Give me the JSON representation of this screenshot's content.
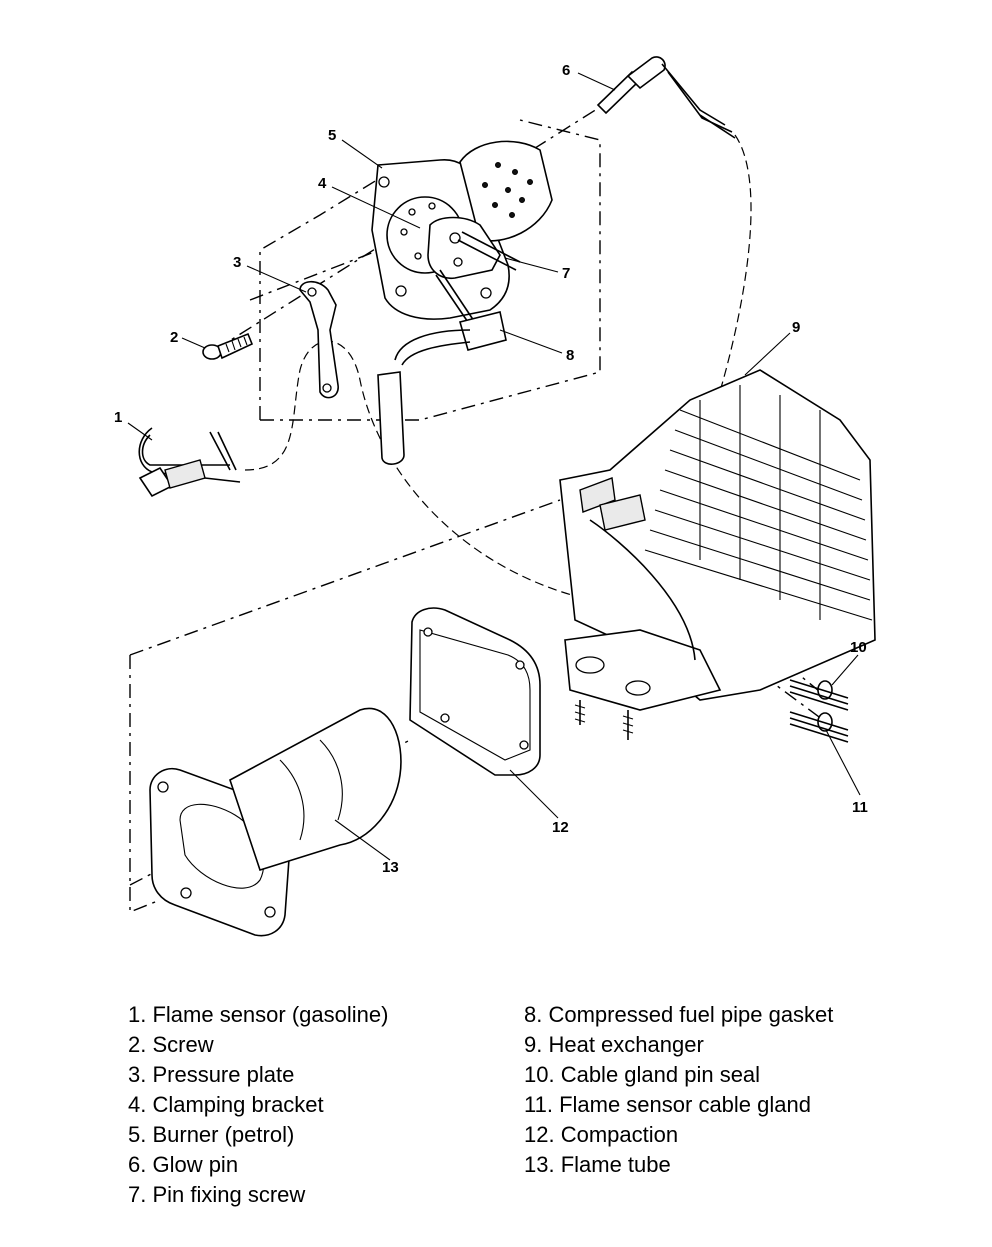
{
  "callouts": [
    "1",
    "2",
    "3",
    "4",
    "5",
    "6",
    "7",
    "8",
    "9",
    "10",
    "11",
    "12",
    "13"
  ],
  "legend": {
    "left": [
      "1. Flame sensor (gasoline)",
      "2. Screw",
      "3. Pressure plate",
      "4. Clamping bracket",
      "5. Burner (petrol)",
      "6. Glow pin",
      "7. Pin fixing screw"
    ],
    "right": [
      "8. Compressed fuel pipe gasket",
      "9. Heat exchanger",
      "10. Cable gland pin seal",
      "11. Flame sensor cable gland",
      "12. Compaction",
      "13. Flame tube"
    ]
  }
}
